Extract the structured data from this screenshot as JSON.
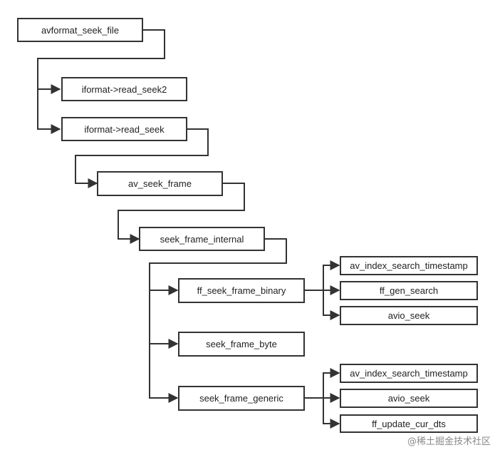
{
  "diagram": {
    "nodes": {
      "avformat_seek_file": "avformat_seek_file",
      "read_seek2": "iformat->read_seek2",
      "read_seek": "iformat->read_seek",
      "av_seek_frame": "av_seek_frame",
      "seek_frame_internal": "seek_frame_internal",
      "ff_seek_frame_binary": "ff_seek_frame_binary",
      "seek_frame_byte": "seek_frame_byte",
      "seek_frame_generic": "seek_frame_generic",
      "bin_av_index_search_timestamp": "av_index_search_timestamp",
      "bin_ff_gen_search": "ff_gen_search",
      "bin_avio_seek": "avio_seek",
      "gen_av_index_search_timestamp": "av_index_search_timestamp",
      "gen_avio_seek": "avio_seek",
      "gen_ff_update_cur_dts": "ff_update_cur_dts"
    },
    "watermark": "@稀土掘金技术社区",
    "colors": {
      "stroke": "#333333",
      "text": "#222222",
      "watermark": "#8a8a8a"
    }
  }
}
